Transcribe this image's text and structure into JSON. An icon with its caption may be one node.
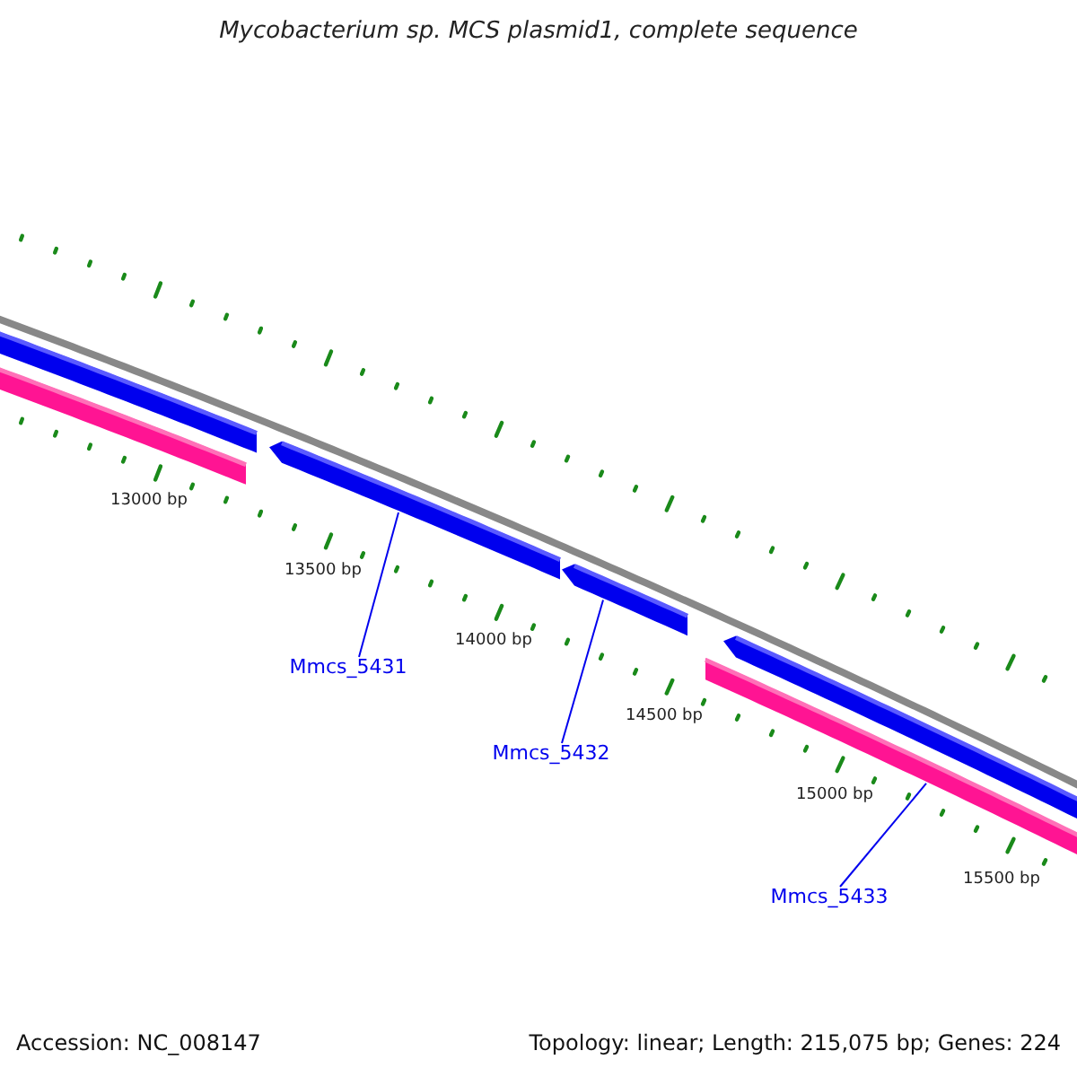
{
  "diagram": {
    "title": "Mycobacterium sp. MCS plasmid1, complete sequence",
    "nodes": [
      {
        "text": [
          "Mmcs_5431"
        ]
      },
      {
        "text": [
          "Mmcs_5432"
        ]
      },
      {
        "text": [
          "Mmcs_5433"
        ]
      },
      {
        "text": [],
        "shape": "bar"
      },
      {
        "text": [],
        "shape": "bar"
      },
      {
        "text": [],
        "shape": "bar"
      },
      {
        "text": [],
        "shape": "bar"
      },
      {
        "text": [],
        "shape": "bar"
      },
      {
        "text": [],
        "shape": "bar"
      }
    ],
    "edges": [
      {
        "from": 0,
        "to": 5,
        "arrow": "none"
      },
      {
        "from": 1,
        "to": 6,
        "arrow": "none"
      },
      {
        "from": 2,
        "to": 7,
        "arrow": "none"
      }
    ],
    "labels": [
      "13000 bp",
      "13500 bp",
      "14000 bp",
      "14500 bp",
      "15000 bp",
      "15500 bp",
      "Accession: NC_008147",
      "Topology: linear; Length: 215,075 bp; Genes: 224"
    ]
  }
}
